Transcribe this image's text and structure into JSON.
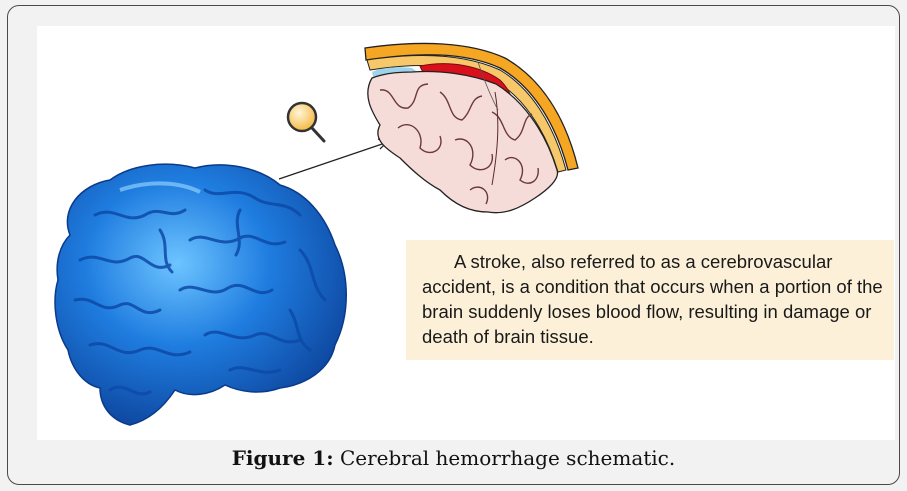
{
  "figure": {
    "description_text": "A stroke, also referred to as a cerebrovascular accident, is a condition that occurs when a portion of the brain suddenly loses blood flow, resulting in damage or death of brain tissue.",
    "caption_label": "Figure 1:",
    "caption_text": "Cerebral hemorrhage schematic."
  },
  "icons": {
    "brain": "brain-3d-icon",
    "magnifier": "magnifier-icon",
    "section": "brain-cross-section-icon"
  },
  "colors": {
    "brain": "#1f7de0",
    "bleed": "#d8101b",
    "skull": "#f5a623",
    "tissue": "#f6dcd8",
    "textbox": "#fcf1d8"
  }
}
